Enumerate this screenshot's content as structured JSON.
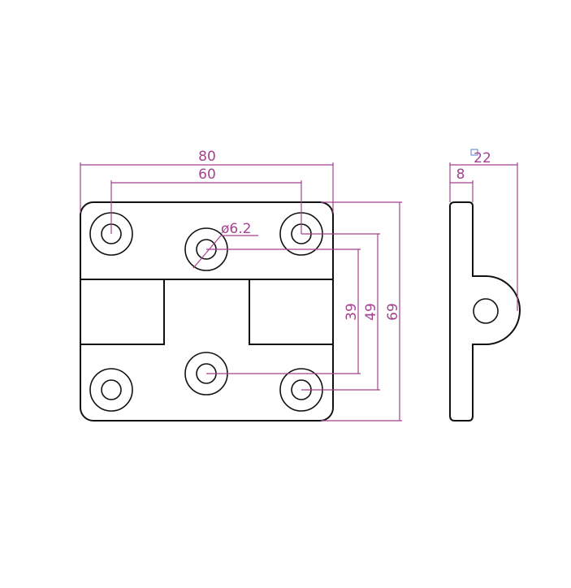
{
  "drawing": {
    "line_color": "#111111",
    "dimension_color": "#a3428f",
    "dimensions": {
      "overall_width": "80",
      "outer_hole_spacing": "60",
      "hole_diameter": "ø6.2",
      "center_hole_spacing": "39",
      "corner_hole_spacing": "49",
      "overall_height": "69",
      "side_total_depth": "22",
      "plate_thickness": "8"
    }
  }
}
